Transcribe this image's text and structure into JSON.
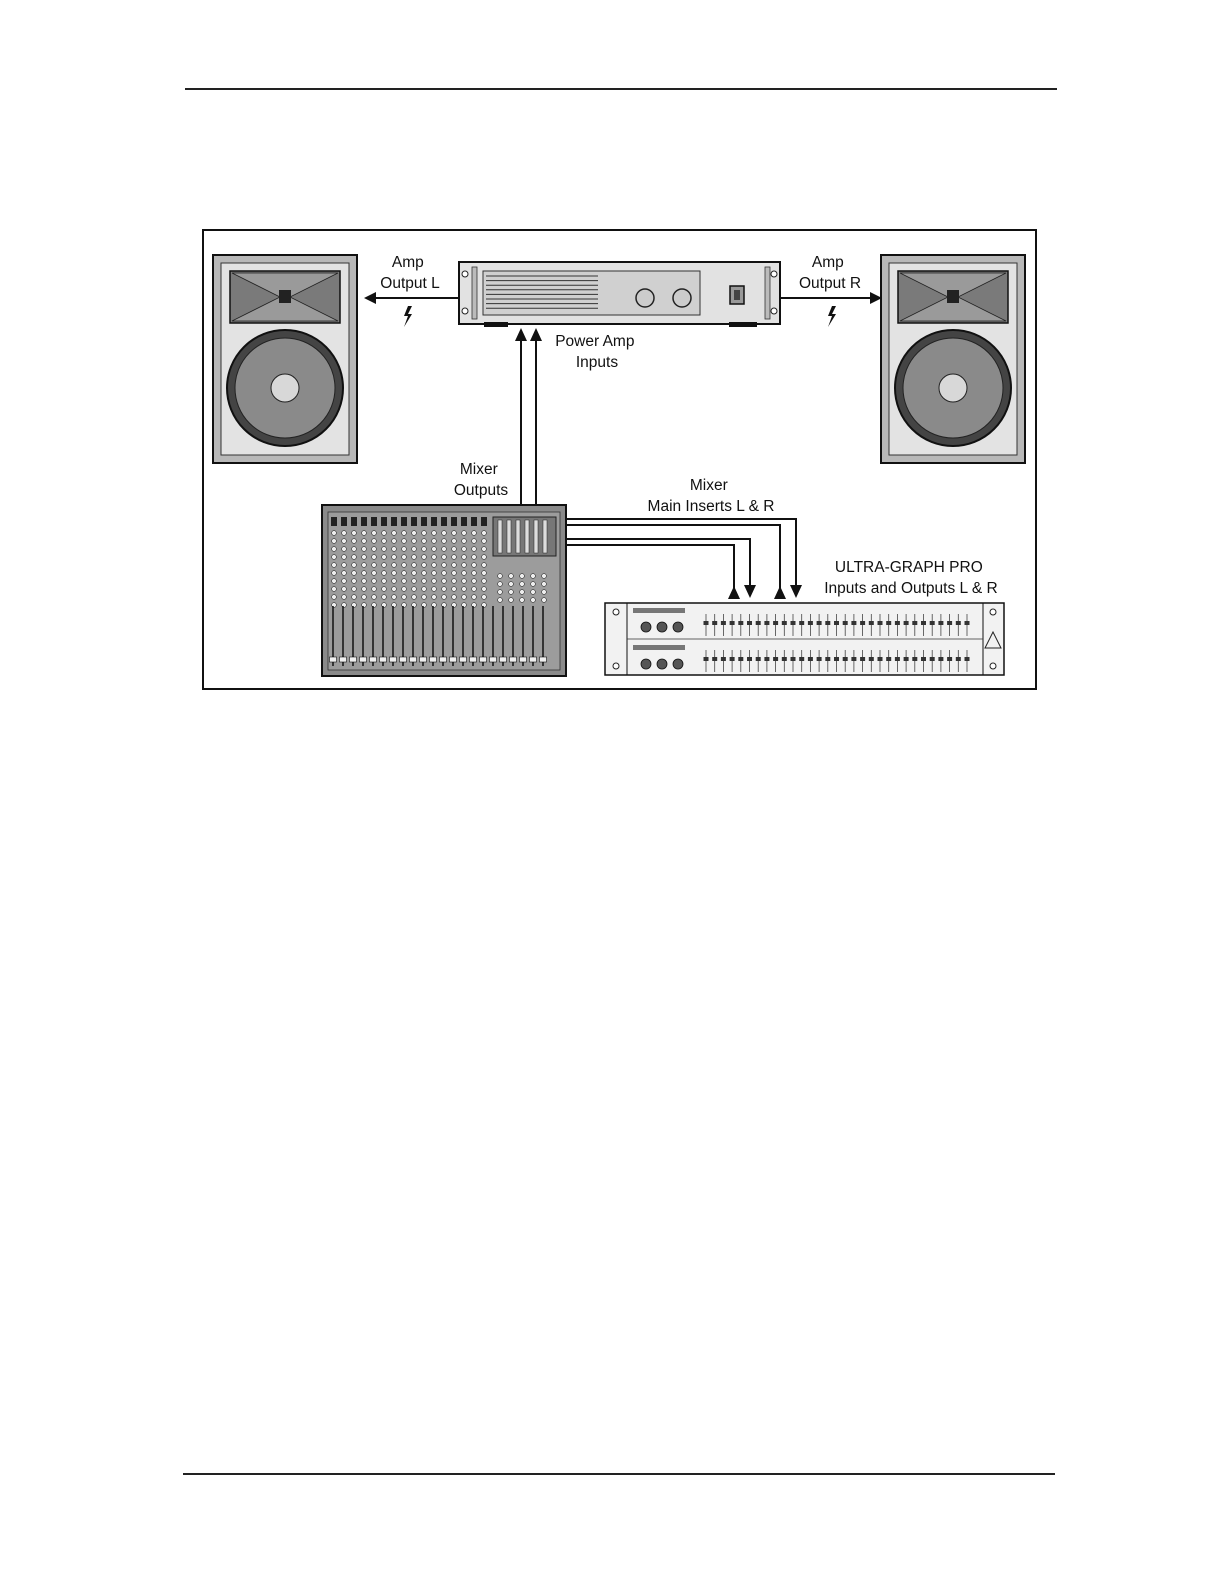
{
  "labels": {
    "amp_output_l": [
      "Amp",
      "Output L"
    ],
    "amp_output_r": [
      "Amp",
      "Output R"
    ],
    "power_amp_inputs": [
      "Power Amp",
      "Inputs"
    ],
    "mixer_outputs": [
      "Mixer",
      "Outputs"
    ],
    "mixer_main_inserts": [
      "Mixer",
      "Main Inserts L & R"
    ],
    "ultragraph": [
      "ULTRA-GRAPH PRO",
      "Inputs and Outputs L & R"
    ]
  },
  "colors": {
    "device_fill": "#d6d6d6",
    "dark_fill": "#6a6a6a",
    "outline": "#111111"
  }
}
